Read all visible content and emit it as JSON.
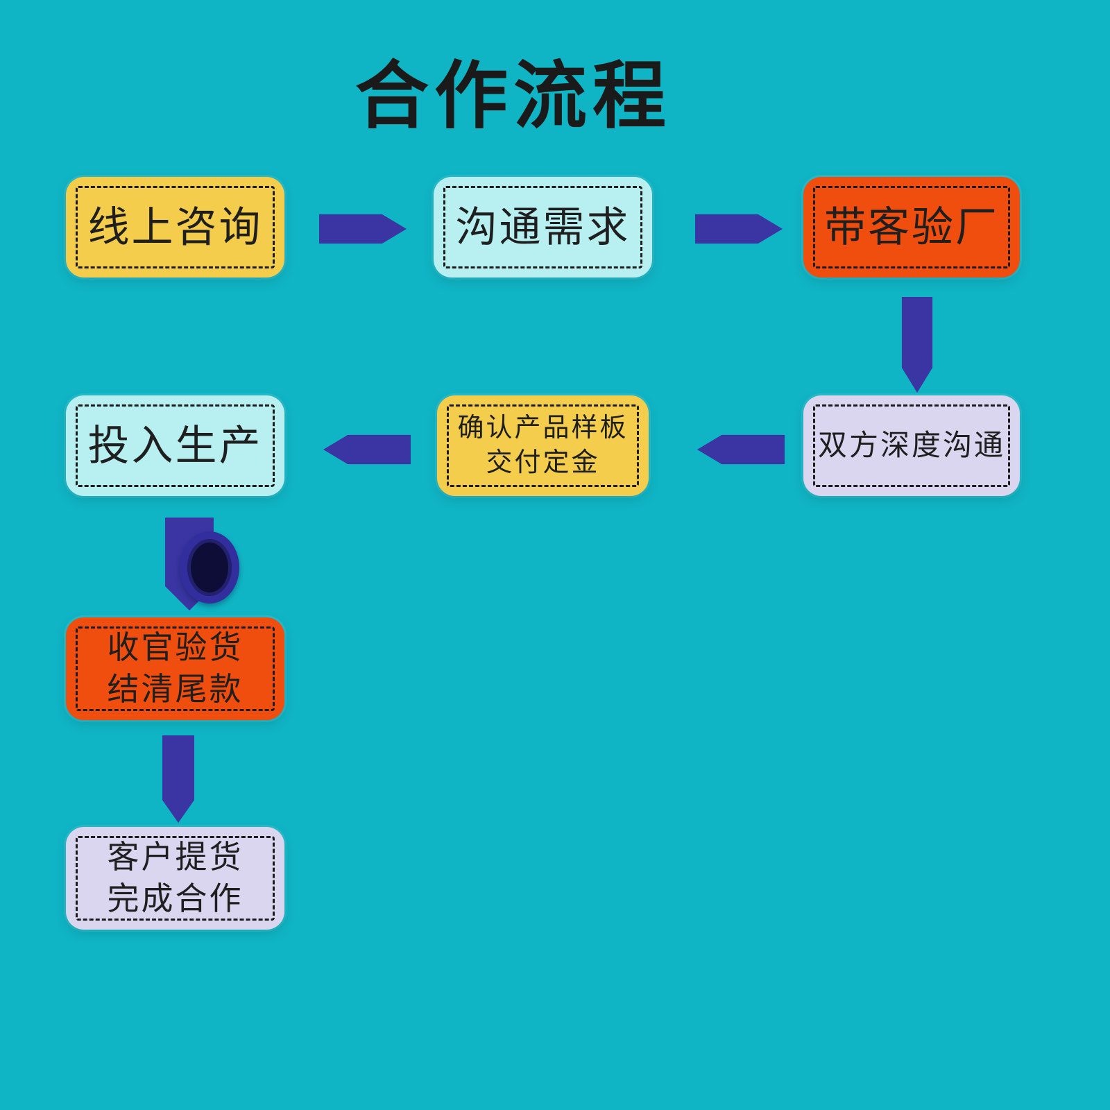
{
  "title": "合作流程",
  "colors": {
    "background": "#10b5c5",
    "title_text": "#1a1a1a",
    "node_text": "#1f1f1f",
    "arrow": "#3a35a2",
    "yellow": "#f5cd4c",
    "cyan": "#b8f0f2",
    "orange": "#f04e0e",
    "lavender": "#dad6f0"
  },
  "nodes": [
    {
      "id": "online-consult",
      "lines": [
        "线上咨询"
      ],
      "color": "#f5cd4c"
    },
    {
      "id": "communicate-needs",
      "lines": [
        "沟通需求"
      ],
      "color": "#b8f0f2"
    },
    {
      "id": "factory-visit",
      "lines": [
        "带客验厂"
      ],
      "color": "#f04e0e"
    },
    {
      "id": "deep-communication",
      "lines": [
        "双方深度沟通"
      ],
      "color": "#dad6f0"
    },
    {
      "id": "confirm-sample-deposit",
      "lines": [
        "确认产品样板",
        "交付定金"
      ],
      "color": "#f5cd4c"
    },
    {
      "id": "start-production",
      "lines": [
        "投入生产"
      ],
      "color": "#b8f0f2"
    },
    {
      "id": "final-inspection-balance",
      "lines": [
        "收官验货",
        "结清尾款"
      ],
      "color": "#f04e0e"
    },
    {
      "id": "customer-pickup-complete",
      "lines": [
        "客户提货",
        "完成合作"
      ],
      "color": "#dad6f0"
    }
  ],
  "arrows": [
    {
      "id": "arrow-1",
      "direction": "right",
      "from": "online-consult",
      "to": "communicate-needs"
    },
    {
      "id": "arrow-2",
      "direction": "right",
      "from": "communicate-needs",
      "to": "factory-visit"
    },
    {
      "id": "arrow-3",
      "direction": "down",
      "from": "factory-visit",
      "to": "deep-communication"
    },
    {
      "id": "arrow-4",
      "direction": "left",
      "from": "deep-communication",
      "to": "confirm-sample-deposit"
    },
    {
      "id": "arrow-5",
      "direction": "left",
      "from": "confirm-sample-deposit",
      "to": "start-production"
    },
    {
      "id": "arrow-6",
      "direction": "down",
      "from": "start-production",
      "to": "final-inspection-balance"
    },
    {
      "id": "arrow-7",
      "direction": "down",
      "from": "final-inspection-balance",
      "to": "customer-pickup-complete"
    }
  ]
}
